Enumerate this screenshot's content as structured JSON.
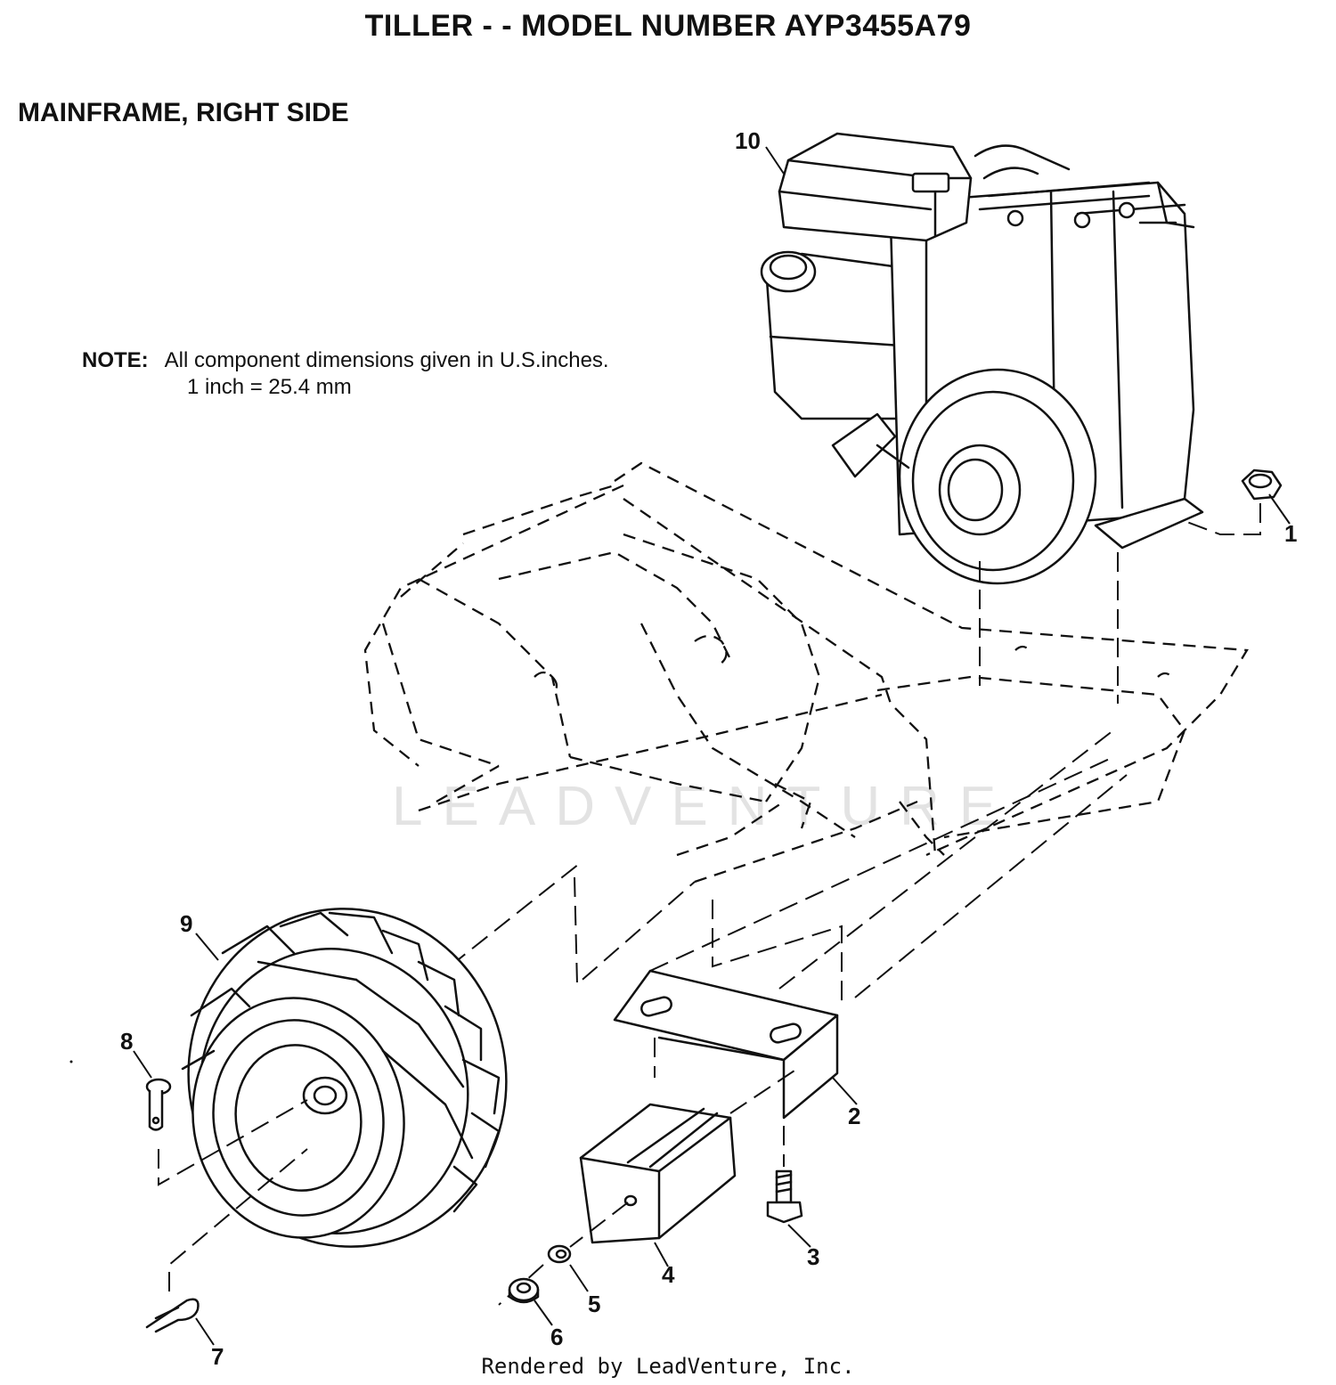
{
  "header": {
    "title": "TILLER - - MODEL NUMBER AYP3455A79",
    "subtitle": "MAINFRAME, RIGHT SIDE"
  },
  "note": {
    "label": "NOTE:",
    "line1": "All component dimensions given in U.S.inches.",
    "line2": "1 inch = 25.4 mm"
  },
  "callouts": {
    "c1": "1",
    "c2": "2",
    "c3": "3",
    "c4": "4",
    "c5": "5",
    "c6": "6",
    "c7": "7",
    "c8": "8",
    "c9": "9",
    "c10": "10"
  },
  "watermark": "LEADVENTURE",
  "footer": "Rendered by LeadVenture, Inc."
}
